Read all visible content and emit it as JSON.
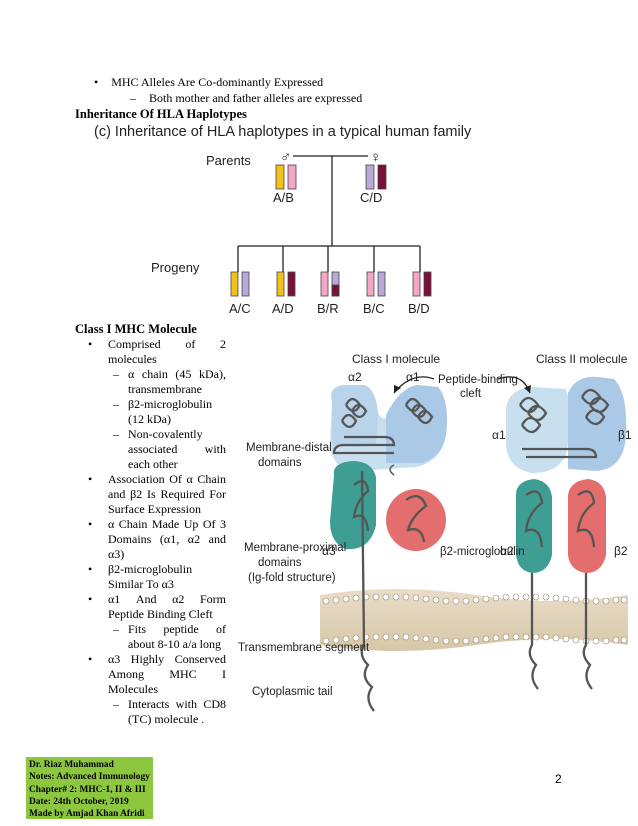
{
  "intro": {
    "bullet": "MHC Alleles Are Co-dominantly Expressed",
    "sub": "Both mother and father alleles are expressed"
  },
  "section1_heading": "Inheritance Of HLA Haplotypes",
  "haplo_figure": {
    "title": "(c) Inheritance of HLA haplotypes in a typical human family",
    "parents_label": "Parents",
    "male_symbol": "♂",
    "female_symbol": "♀",
    "progeny_label": "Progeny",
    "parent_labels": [
      "A/B",
      "C/D"
    ],
    "progeny_labels": [
      "A/C",
      "A/D",
      "B/R",
      "B/C",
      "B/D"
    ],
    "colors": {
      "A": "#f2c21b",
      "B": "#f4a6c6",
      "C": "#b9a9d6",
      "D": "#7a0f3a"
    }
  },
  "section2_heading": "Class I MHC Molecule",
  "class1_list": [
    {
      "type": "item",
      "text": "Comprised of 2 molecules"
    },
    {
      "type": "sub",
      "text": "α chain (45 kDa), transmembrane"
    },
    {
      "type": "sub",
      "text": "β2-microglobulin (12 kDa)"
    },
    {
      "type": "sub",
      "text": "Non-covalently associated with each other"
    },
    {
      "type": "item",
      "text": "Association Of α Chain and β2 Is Required For Surface Expression"
    },
    {
      "type": "item",
      "text": "α Chain Made Up Of 3 Domains (α1, α2 and α3)"
    },
    {
      "type": "item",
      "text": "β2-microglobulin Similar To α3"
    },
    {
      "type": "item",
      "text": "α1 And α2 Form Peptide Binding Cleft"
    },
    {
      "type": "sub",
      "text": "Fits peptide of about 8-10 a/a long"
    },
    {
      "type": "item",
      "text": "α3 Highly Conserved Among MHC I Molecules"
    },
    {
      "type": "sub",
      "text": "Interacts with CD8 (TC) molecule ."
    }
  ],
  "mhc_figure": {
    "class1_title": "Class I molecule",
    "class2_title": "Class II molecule",
    "peptide_label_1": "Peptide-binding",
    "peptide_label_2": "cleft",
    "distal_1": "Membrane-distal",
    "distal_2": "domains",
    "proximal_1": "Membrane-proximal",
    "proximal_2": "domains",
    "proximal_3": "(Ig-fold structure)",
    "transmembrane": "Transmembrane segment",
    "cytoplasmic": "Cytoplasmic tail",
    "alpha1": "α1",
    "alpha2": "α2",
    "alpha3": "α3",
    "beta2m": "β2-microglobulin",
    "beta1": "β1",
    "beta2": "β2"
  },
  "footer": {
    "line1": "Dr. Riaz Muhammad",
    "line2": "Notes: Advanced Immunology",
    "line3": "Chapter# 2: MHC-1, II & III",
    "line4": "Date: 24th October, 2019",
    "line5": "Made by Amjad Khan Afridi"
  },
  "page_number": "2"
}
